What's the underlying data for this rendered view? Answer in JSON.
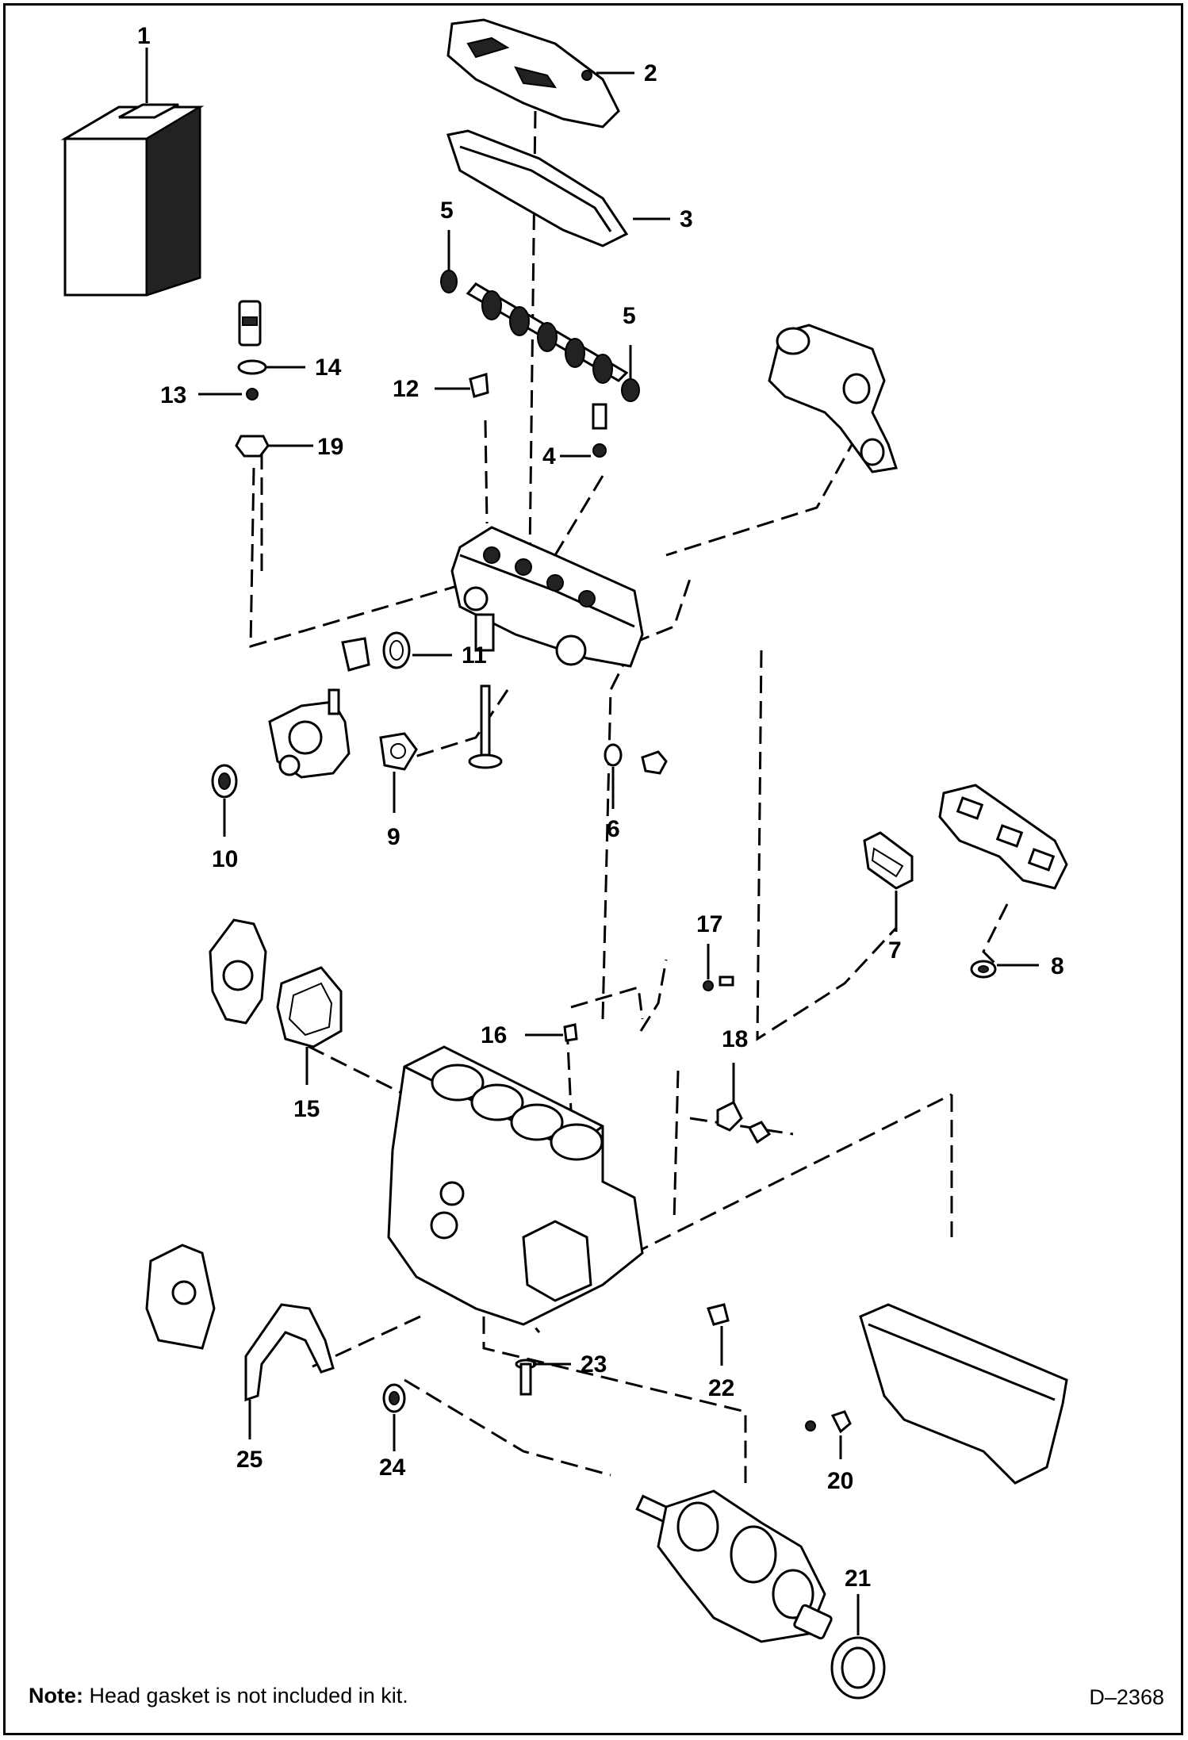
{
  "callouts": [
    "1",
    "2",
    "3",
    "4",
    "5",
    "5",
    "6",
    "7",
    "8",
    "9",
    "10",
    "11",
    "12",
    "13",
    "14",
    "15",
    "16",
    "17",
    "18",
    "19",
    "20",
    "21",
    "22",
    "23",
    "24",
    "25"
  ],
  "note": {
    "label": "Note:",
    "text": " Head gasket is not included in kit."
  },
  "doc_ref": "D–2368"
}
